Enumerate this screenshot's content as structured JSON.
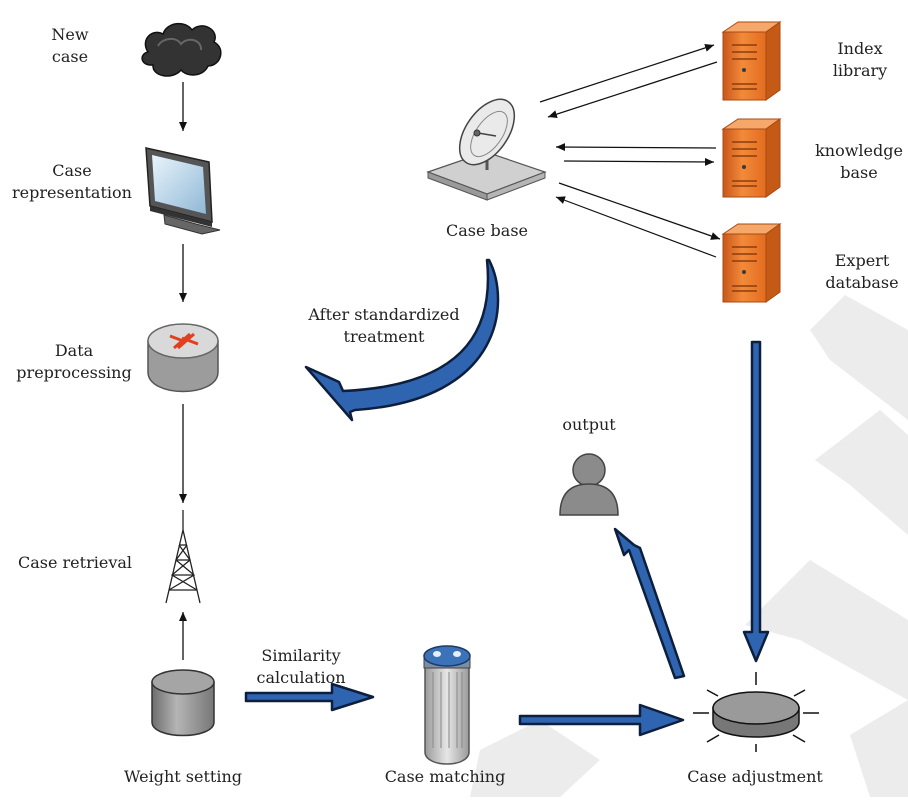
{
  "labels": {
    "new_case": [
      "New",
      "case"
    ],
    "case_representation": [
      "Case",
      "representation"
    ],
    "data_preprocessing": [
      "Data",
      "preprocessing"
    ],
    "case_retrieval": "Case retrieval",
    "weight_setting": "Weight setting",
    "similarity_calculation": [
      "Similarity",
      "calculation"
    ],
    "case_matching": "Case matching",
    "case_adjustment": "Case adjustment",
    "output": "output",
    "case_base": "Case base",
    "after_standardized_treatment": [
      "After standardized",
      "treatment"
    ],
    "index_library": [
      "Index",
      "library"
    ],
    "knowledge_base": [
      "knowledge",
      "base"
    ],
    "expert_database": [
      "Expert",
      "database"
    ]
  },
  "colors": {
    "flow_arrow_blue": "#2f64b0",
    "flow_arrow_outline": "#0d1f3c",
    "server_orange": "#f07a28",
    "watermark_gray": "#ececec"
  },
  "icons": {
    "new_case": "cloud-icon",
    "case_representation": "monitor-icon",
    "data_preprocessing": "router-icon",
    "case_retrieval": "radio-tower-icon",
    "weight_setting": "database-cylinder-icon",
    "case_matching": "storage-column-icon",
    "case_adjustment": "hub-disc-icon",
    "output": "user-icon",
    "case_base": "satellite-dish-icon",
    "index_library": "server-icon",
    "knowledge_base": "server-icon",
    "expert_database": "server-icon"
  }
}
